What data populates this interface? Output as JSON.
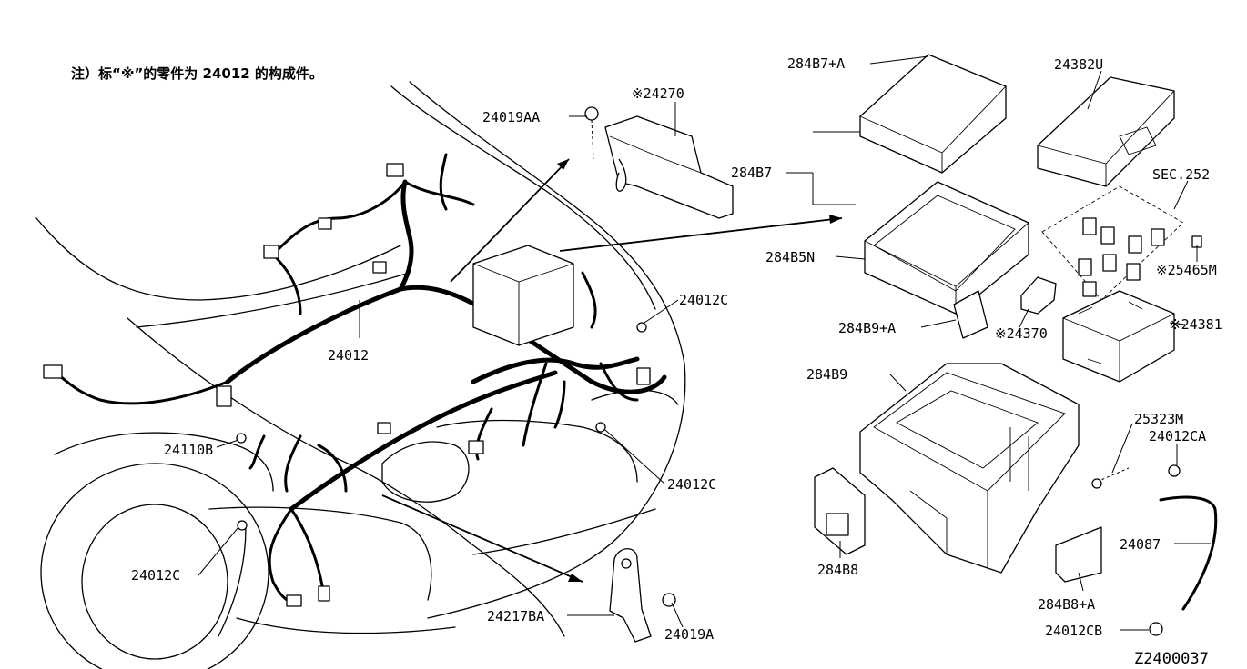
{
  "note": "注）标“※”的零件为 24012 的构成件。",
  "labels": {
    "p24019AA": "24019AA",
    "p24270": "※24270",
    "p24012_main": "24012",
    "p24012C_a": "24012C",
    "p24012C_b": "24012C",
    "p24012C_c": "24012C",
    "p24110B": "24110B",
    "p24217BA": "24217BA",
    "p24019A": "24019A",
    "p284B7A": "284B7+A",
    "p284B7": "284B7",
    "p284B5N": "284B5N",
    "p284B9A": "284B9+A",
    "p24370": "※24370",
    "p284B9": "284B9",
    "p284B8": "284B8",
    "p284B8A": "284B8+A",
    "p24382U": "24382U",
    "pSEC252": "SEC.252",
    "p25465M": "※25465M",
    "p24381": "※24381",
    "p25323M": "25323M",
    "p24012CA": "24012CA",
    "p24087": "24087",
    "p24012CB": "24012CB"
  },
  "diagram_id": "Z2400037"
}
